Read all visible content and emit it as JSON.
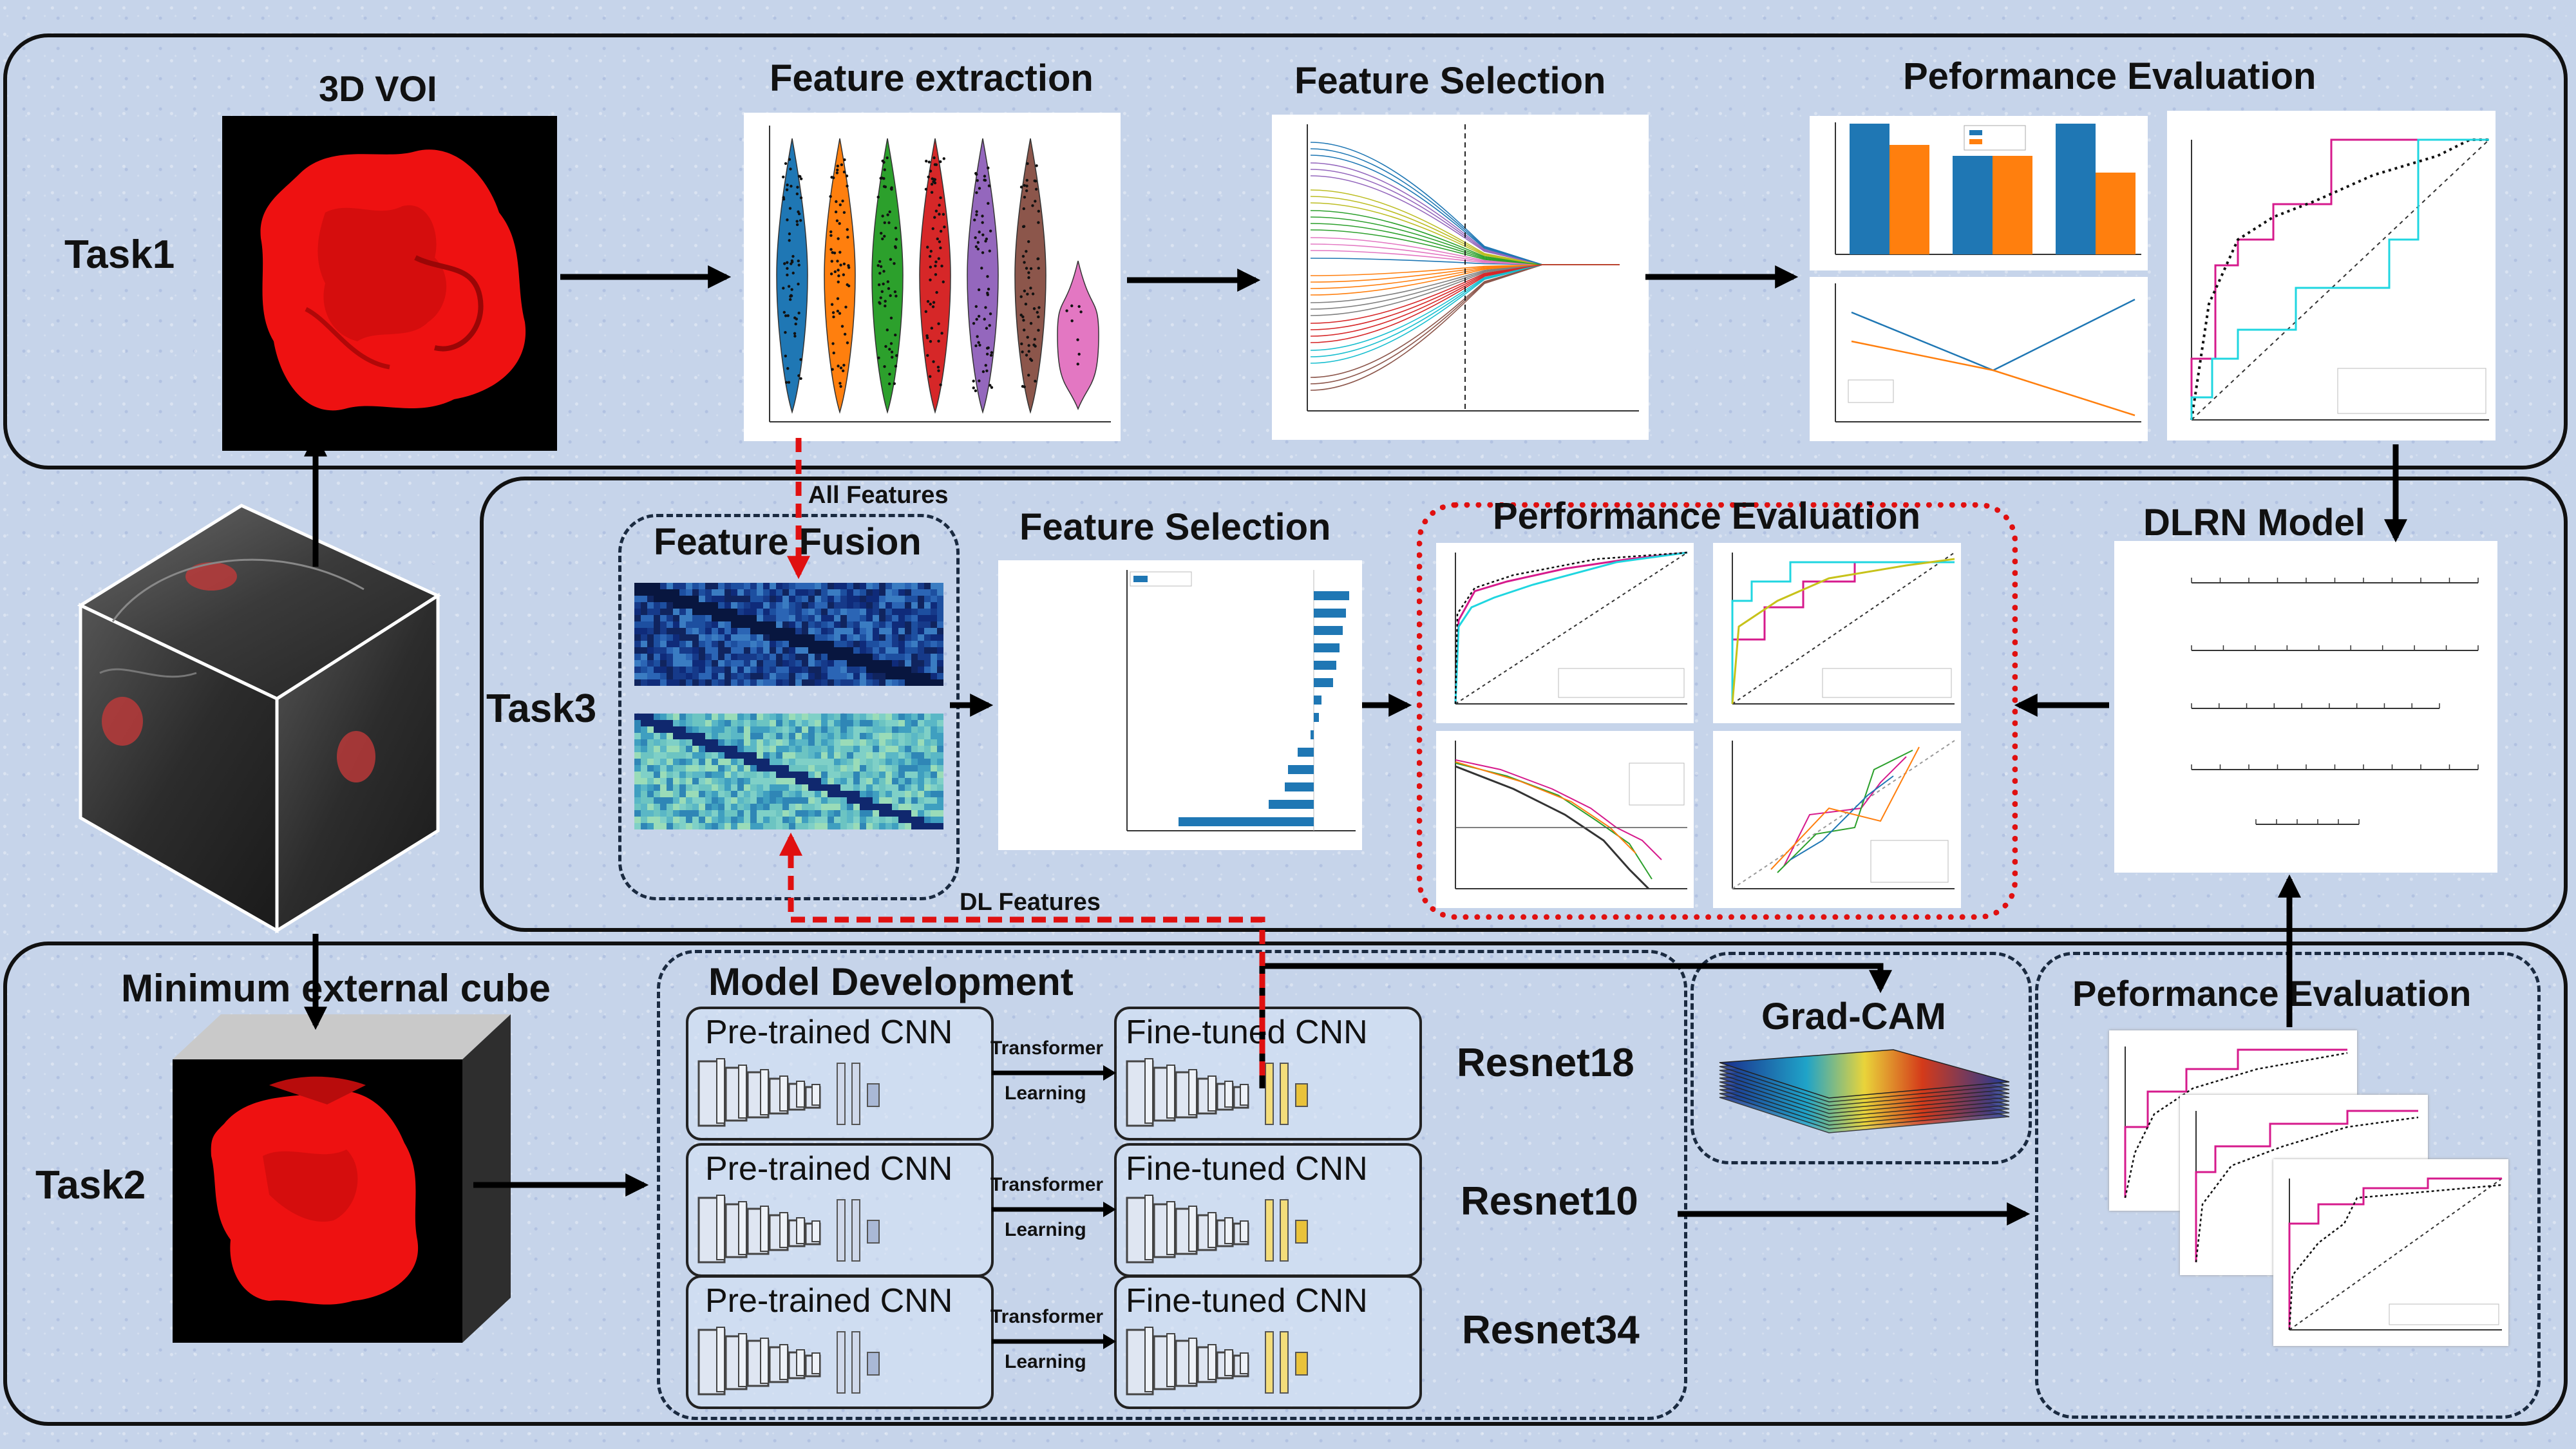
{
  "task1": {
    "label": "Task1",
    "voi_title": "3D VOI",
    "feature_extraction_title": "Feature extraction",
    "feature_selection_title": "Feature Selection",
    "performance_title": "Peformance Evaluation"
  },
  "task2": {
    "label": "Task2",
    "cube_title": "Minimum external cube",
    "model_dev_title": "Model Development",
    "pretrained_label": "Pre-trained CNN",
    "finetuned_label": "Fine-tuned CNN",
    "transfer_line1": "Transformer",
    "transfer_line2": "Learning",
    "networks": [
      "Resnet18",
      "Resnet10",
      "Resnet34"
    ],
    "gradcam_title": "Grad-CAM",
    "performance_title": "Peformance Evaluation"
  },
  "task3": {
    "label": "Task3",
    "all_features": "All Features",
    "dl_features": "DL Features",
    "fusion_title": "Feature Fusion",
    "selection_title": "Feature Selection",
    "performance_title": "Performance Evaluation",
    "dlrn_title": "DLRN Model"
  },
  "colors": {
    "arrow": "#000000",
    "red_dashed": "#e01010",
    "tumor_red": "#ee1111",
    "bar_blue": "#1f77b4",
    "bar_orange": "#ff7f0e",
    "roc_magenta": "#d61a8c",
    "roc_cyan": "#1fd6e0"
  }
}
